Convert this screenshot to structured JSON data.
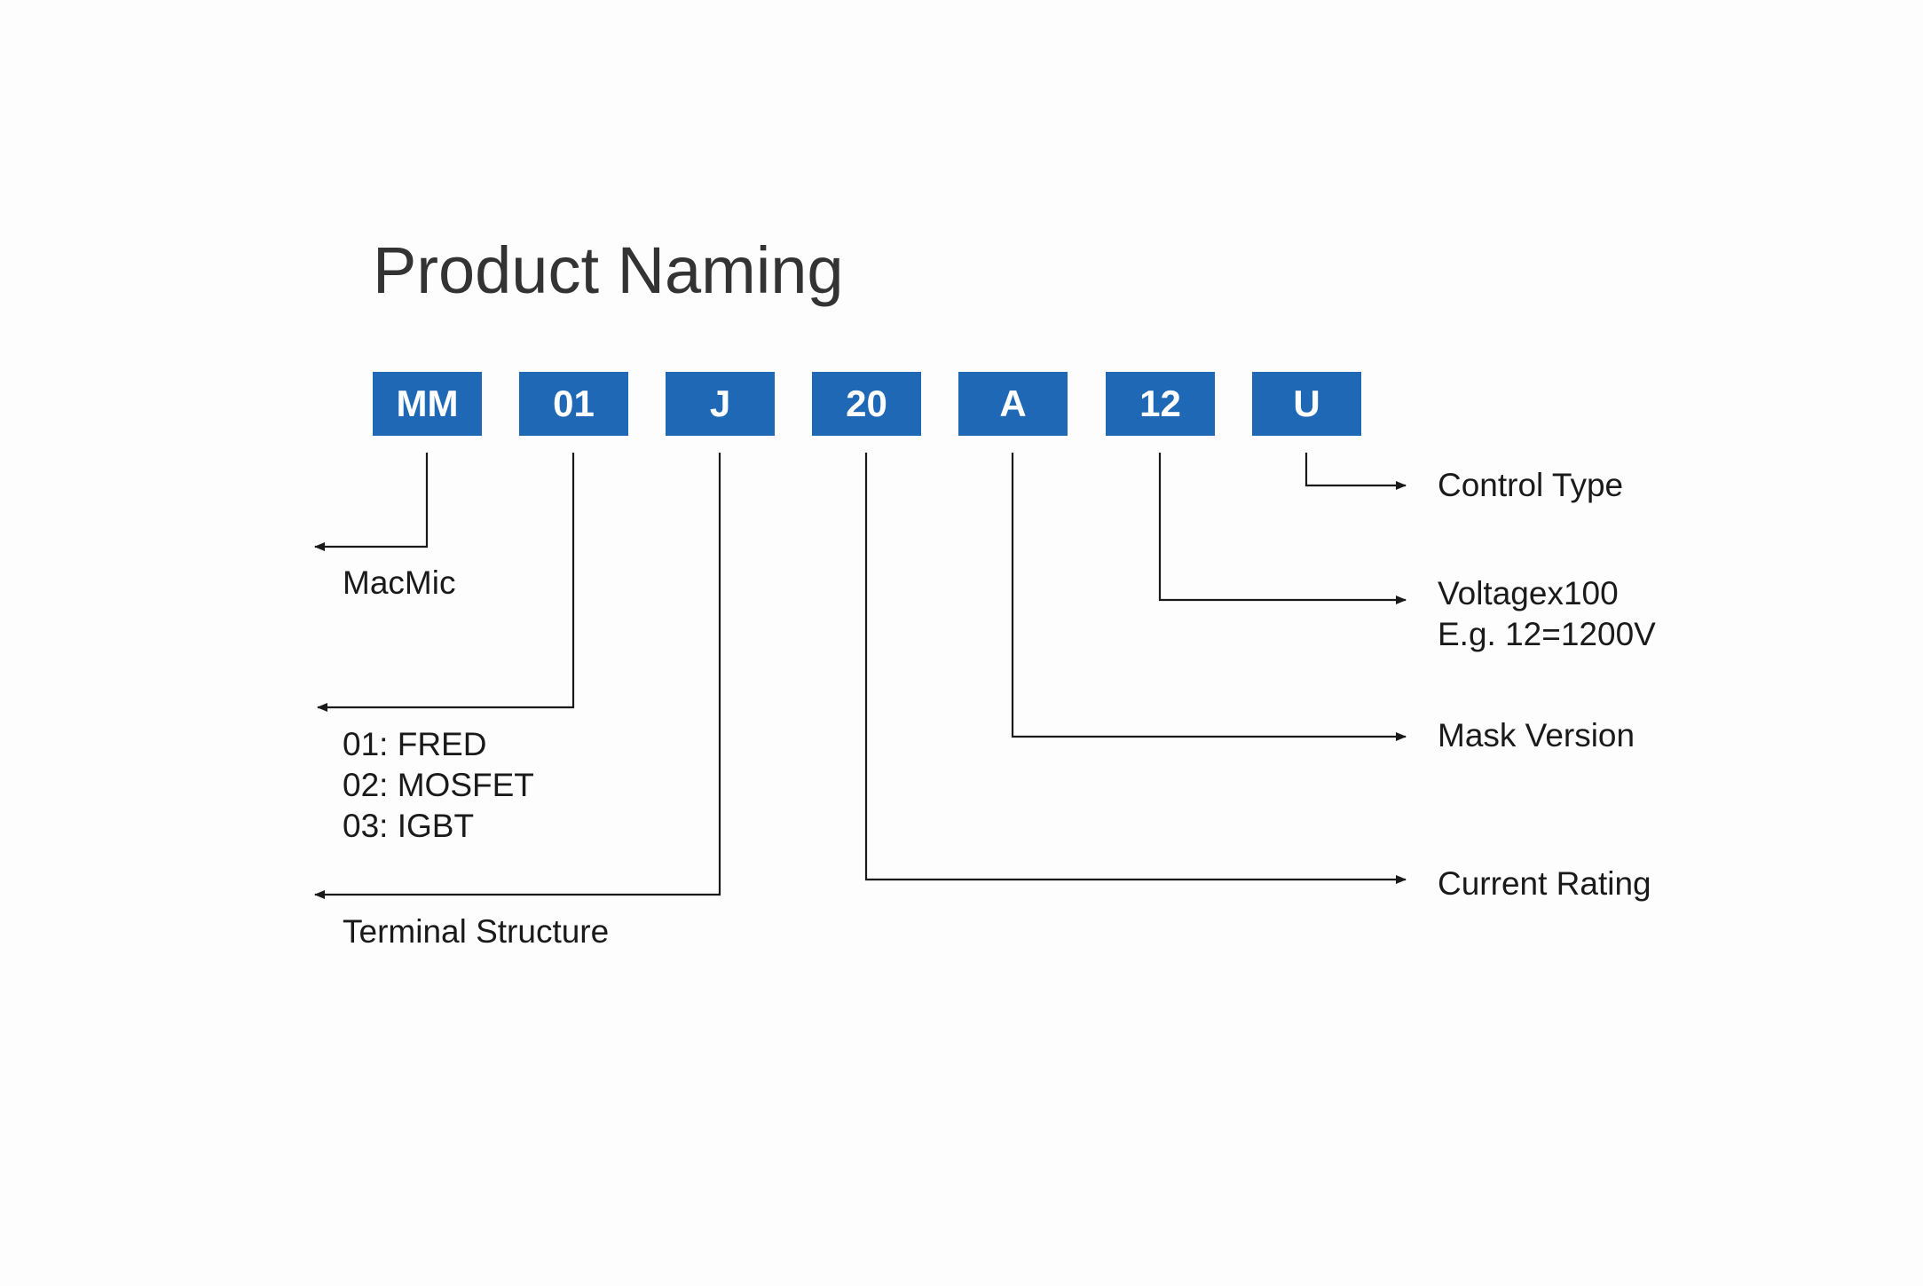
{
  "title": "Product Naming",
  "segments": [
    {
      "code": "MM"
    },
    {
      "code": "01"
    },
    {
      "code": "J"
    },
    {
      "code": "20"
    },
    {
      "code": "A"
    },
    {
      "code": "12"
    },
    {
      "code": "U"
    }
  ],
  "labels": {
    "macmic": "MacMic",
    "device_type": [
      "01: FRED",
      "02: MOSFET",
      "03: IGBT"
    ],
    "terminal_structure": "Terminal Structure",
    "control_type": "Control Type",
    "voltage": [
      "Voltagex100",
      "E.g. 12=1200V"
    ],
    "mask_version": "Mask Version",
    "current_rating": "Current Rating"
  },
  "colors": {
    "box": "#1f68b5",
    "box_text": "#ffffff",
    "line": "#1a1a1a"
  }
}
